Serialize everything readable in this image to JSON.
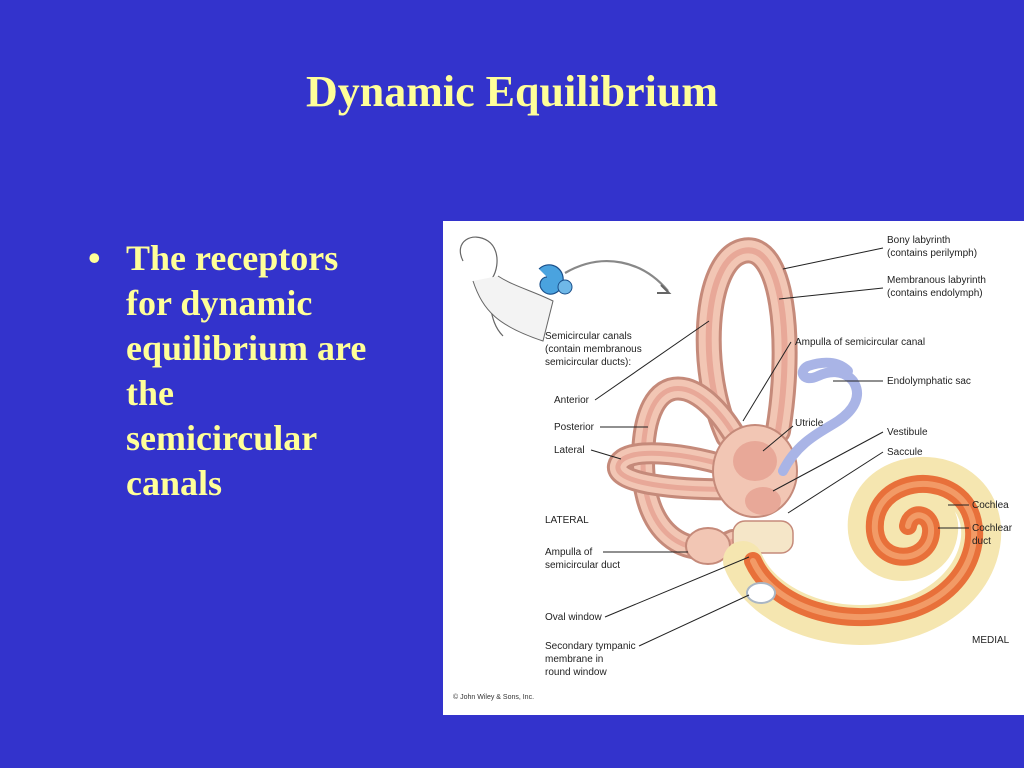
{
  "slide": {
    "title": "Dynamic Equilibrium",
    "bullets": [
      {
        "lines": [
          "The receptors",
          "for dynamic",
          "equilibrium are",
          "the",
          "semicircular",
          "canals"
        ]
      }
    ],
    "colors": {
      "background": "#3333cc",
      "text": "#ffff99"
    }
  },
  "figure": {
    "labels": {
      "bony_labyrinth": [
        "Bony labyrinth",
        "(contains perilymph)"
      ],
      "membranous_labyrinth": [
        "Membranous labyrinth",
        "(contains endolymph)"
      ],
      "semicircular_canals": [
        "Semicircular canals",
        "(contain membranous",
        "semicircular ducts):"
      ],
      "ampulla_canal": "Ampulla of semicircular canal",
      "endolymphatic_sac": "Endolymphatic sac",
      "anterior": "Anterior",
      "utricle": "Utricle",
      "posterior": "Posterior",
      "vestibule": "Vestibule",
      "lateral": "Lateral",
      "saccule": "Saccule",
      "cochlea": "Cochlea",
      "cochlear_duct": [
        "Cochlear",
        "duct"
      ],
      "lateral_orientation": "LATERAL",
      "ampulla_duct": [
        "Ampulla of",
        "semicircular duct"
      ],
      "oval_window": "Oval window",
      "medial_orientation": "MEDIAL",
      "secondary_tympanic": [
        "Secondary tympanic",
        "membrane in",
        "round window"
      ],
      "copyright": "© John Wiley & Sons, Inc."
    },
    "colors": {
      "canal_outer": "#f2c6b4",
      "canal_inner": "#e8a898",
      "cochlea": "#e8703a",
      "cochlea_outer": "#f5e6b0",
      "sac": "#a9b4e6"
    }
  }
}
